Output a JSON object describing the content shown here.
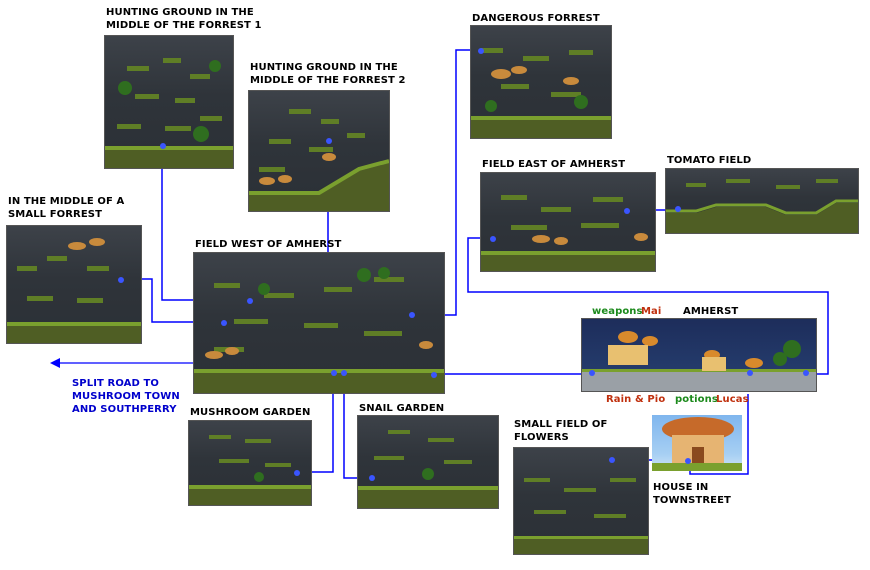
{
  "maps": {
    "hunting1": {
      "label": "HUNTING GROUND IN THE\nMIDDLE OF THE FORREST 1"
    },
    "hunting2": {
      "label": "HUNTING GROUND IN THE\nMIDDLE OF THE FORREST 2"
    },
    "dangerous": {
      "label": "DANGEROUS FORREST"
    },
    "field_east": {
      "label": "FIELD EAST OF AMHERST"
    },
    "tomato": {
      "label": "TOMATO FIELD"
    },
    "small_forrest": {
      "label": "IN THE MIDDLE OF A\nSMALL FORREST"
    },
    "field_west": {
      "label": "FIELD WEST OF AMHERST"
    },
    "amherst": {
      "label": "AMHERST"
    },
    "mushroom_garden": {
      "label": "MUSHROOM GARDEN"
    },
    "snail_garden": {
      "label": "SNAIL GARDEN"
    },
    "flowers": {
      "label": "SMALL FIELD OF\nFLOWERS"
    },
    "house": {
      "label": "HOUSE IN\nTOWNSTREET"
    }
  },
  "exit": {
    "label": "SPLIT ROAD TO\nMUSHROOM TOWN\nAND SOUTHPERRY"
  },
  "npcs": {
    "weapons": "weapons",
    "mai": "Mai",
    "rain_pio": "Rain & Pio",
    "potions": "potions",
    "lucas": "Lucas"
  },
  "colors": {
    "connector": "#0000ff",
    "npc_green": "#1c8a1c",
    "npc_red": "#c0300e",
    "exit_label": "#0000cc"
  }
}
